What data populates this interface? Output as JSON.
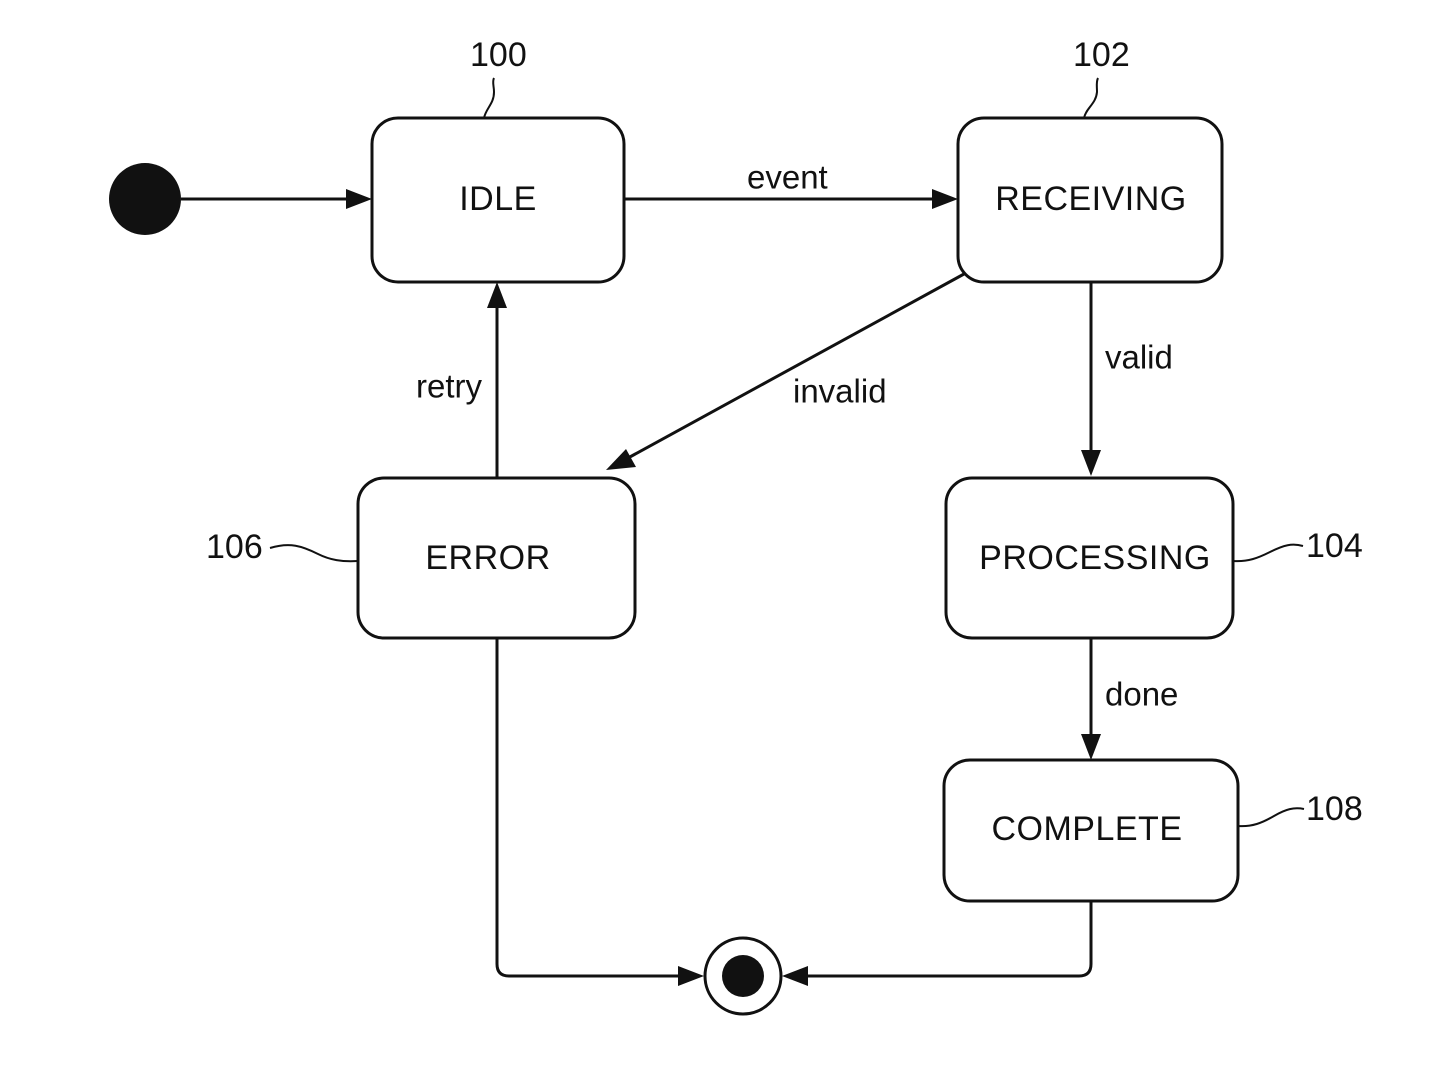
{
  "states": {
    "idle": {
      "label": "IDLE",
      "ref": "100"
    },
    "receiving": {
      "label": "RECEIVING",
      "ref": "102"
    },
    "processing": {
      "label": "PROCESSING",
      "ref": "104"
    },
    "error": {
      "label": "ERROR",
      "ref": "106"
    },
    "complete": {
      "label": "COMPLETE",
      "ref": "108"
    }
  },
  "transitions": {
    "event": "event",
    "valid": "valid",
    "invalid": "invalid",
    "retry": "retry",
    "done": "done"
  },
  "colors": {
    "stroke": "#111111",
    "background": "#ffffff"
  }
}
